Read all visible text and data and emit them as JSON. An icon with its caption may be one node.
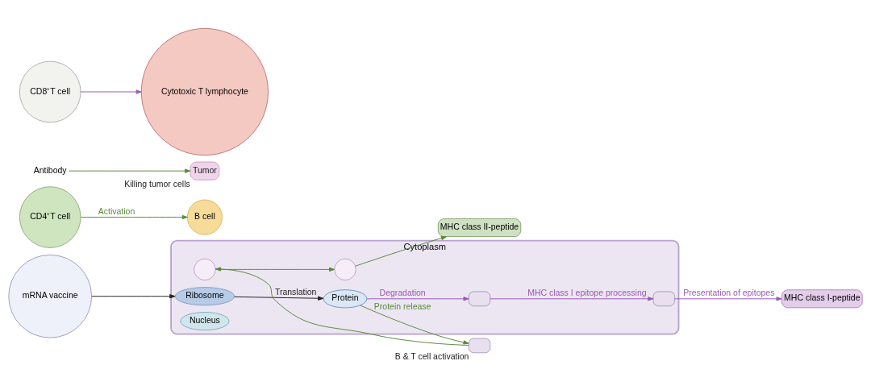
{
  "diagram": {
    "nodes": [
      {
        "text": [
          "Cytoplasm"
        ]
      },
      {
        "text": [
          "mRNA vaccine"
        ]
      },
      {
        "text": [
          "Ribosome"
        ],
        "in": 0
      },
      {
        "text": [
          "Protein"
        ],
        "in": 0
      },
      {
        "text": [],
        "shape": "circle",
        "in": 0
      },
      {
        "text": [],
        "shape": "circle",
        "in": 0
      },
      {
        "text": [
          "MHC class II-peptide"
        ]
      },
      {
        "text": [
          "CD4⁺T cell"
        ]
      },
      {
        "text": [
          "B cell"
        ]
      },
      {
        "text": [
          "Antibody"
        ]
      },
      {
        "text": [
          "Tumor"
        ],
        "beside": [
          "Killing tumor cells"
        ]
      },
      {
        "text": [],
        "shape": "box",
        "beside": [
          "B & T cell activation"
        ]
      },
      {
        "text": [],
        "shape": "box",
        "in": 0
      },
      {
        "text": [],
        "shape": "box",
        "in": 0
      },
      {
        "text": [
          "Nucleus"
        ],
        "in": 0
      },
      {
        "text": [
          "MHC class I-peptide"
        ]
      },
      {
        "text": [
          "CD8⁺T cell"
        ]
      },
      {
        "text": [
          "Cytotoxic T lymphocyte"
        ]
      }
    ],
    "edges": [
      {
        "from": 1,
        "to": 2,
        "arrow": "to",
        "color": "#222222"
      },
      {
        "from": 2,
        "to": 3,
        "arrow": "to",
        "label": "Translation",
        "color": "#222222"
      },
      {
        "from": 3,
        "to": 11,
        "arrow": "to",
        "label": "Protein release"
      },
      {
        "from": 11,
        "to": 4,
        "arrow": "to"
      },
      {
        "from": 4,
        "to": 5,
        "arrow": "to"
      },
      {
        "from": 5,
        "to": 6,
        "arrow": "to"
      },
      {
        "from": 7,
        "to": 8,
        "arrow": "to",
        "label": "Activation"
      },
      {
        "from": 9,
        "to": 10,
        "arrow": "to"
      },
      {
        "from": 3,
        "to": 12,
        "arrow": "to",
        "label": "Degradation",
        "color": "#9b59b6"
      },
      {
        "from": 12,
        "to": 13,
        "arrow": "to",
        "label": "MHC class I epitope processing",
        "color": "#9b59b6"
      },
      {
        "from": 13,
        "to": 15,
        "arrow": "to",
        "label": "Presentation of epitopes",
        "color": "#9b59b6"
      },
      {
        "from": 16,
        "to": 17,
        "arrow": "to",
        "color": "#9b59b6"
      }
    ]
  }
}
